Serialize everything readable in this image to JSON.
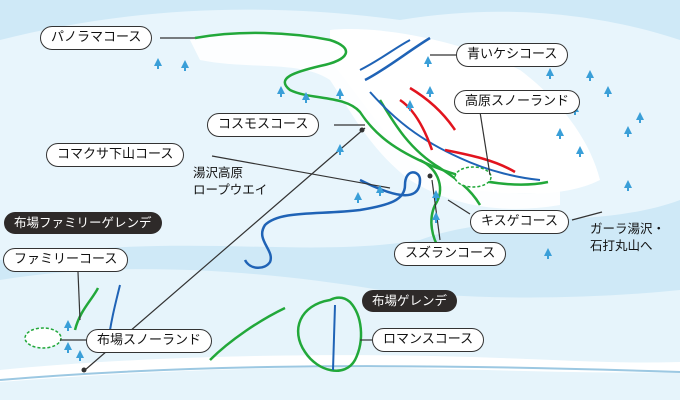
{
  "courses": {
    "panorama": "パノラマコース",
    "aoi_keshi": "青いケシコース",
    "kogen_snowland": "高原スノーランド",
    "cosmos": "コスモスコース",
    "komakusa": "コマクサ下山コース",
    "kisuge": "キスゲコース",
    "suzuran": "スズランコース",
    "family": "ファミリーコース",
    "nunoba_snowland": "布場スノーランド",
    "roman": "ロマンスコース"
  },
  "areas": {
    "nunoba_family_gelande": "布場ファミリーゲレンデ",
    "nunoba_gelande": "布場ゲレンデ"
  },
  "ropeway": {
    "line1": "湯沢高原",
    "line2": "ロープウエイ"
  },
  "destination": {
    "line1": "ガーラ湯沢・",
    "line2": "石打丸山へ"
  },
  "colors": {
    "green_course": "#22a83a",
    "blue_course": "#1f63b6",
    "red_course": "#e2141e",
    "tree": "#3a9fd8",
    "snow": "#ffffff",
    "sky": "#cfe9f7"
  }
}
